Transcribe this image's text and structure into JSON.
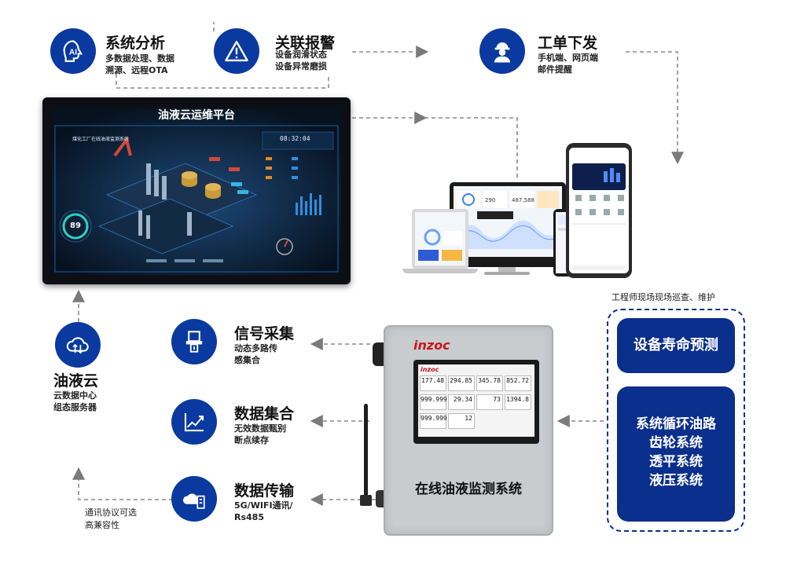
{
  "features": {
    "analysis": {
      "title": "系统分析",
      "line1": "多数据处理、数据",
      "line2": "溯源、远程OTA",
      "icon": "ai-icon"
    },
    "alarm": {
      "title": "关联报警",
      "line1": "设备润滑状态",
      "line2": "设备异常磨损",
      "icon": "warning-icon"
    },
    "workorder": {
      "title": "工单下发",
      "line1": "手机端、网页端",
      "line2": "邮件提醒",
      "icon": "engineer-icon"
    },
    "signal": {
      "title": "信号采集",
      "line1": "动态多路传",
      "line2": "感集合",
      "icon": "sensor-icon"
    },
    "aggregate": {
      "title": "数据集合",
      "line1": "无效数据甄别",
      "line2": "断点续存",
      "icon": "chart-icon"
    },
    "transmit": {
      "title": "数据传输",
      "line1": "5G/WIFI通讯/",
      "line2": "Rs485",
      "icon": "cloud-server-icon"
    },
    "cloud": {
      "title": "油液云",
      "line1": "云数据中心",
      "line2": "组态服务器",
      "icon": "cloud-transfer-icon"
    }
  },
  "platform": {
    "title": "油液云运维平台",
    "screen_heading": "煤化工厂在线油液监测系统",
    "clock": "08:32:04",
    "gauge": "89"
  },
  "captions": {
    "engineer": "工程师现场现场巡查、维护",
    "protocol_line1": "通讯协议可选",
    "protocol_line2": "高兼容性"
  },
  "right_panel": {
    "prediction": "设备寿命预测",
    "systems": [
      "系统循环油路",
      "齿轮系统",
      "透平系统",
      "液压系统"
    ]
  },
  "cabinet": {
    "brand": "inzoc",
    "hmi_brand": "inzoc",
    "name": "在线油液监测系统",
    "readings": [
      "177.48",
      "294.85",
      "345.78",
      "852.72",
      "999.999",
      "29.34",
      "73",
      "1394.8",
      "999.999",
      "12"
    ]
  },
  "web_dashboard": {
    "value1": "290",
    "value2": "487,588"
  },
  "colors": {
    "primary": "#0a3aa0",
    "panel": "#0a2f8c",
    "arrow": "#7a7a7a"
  }
}
